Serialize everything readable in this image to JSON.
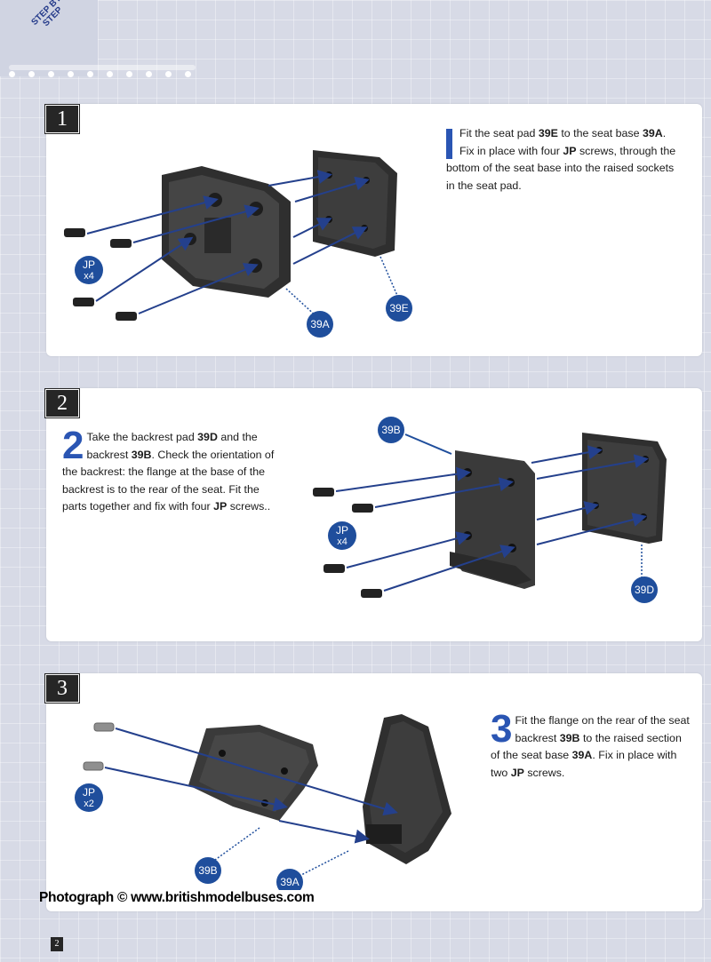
{
  "header": {
    "step_by_step_line1": "STEP BY",
    "step_by_step_line2": "STEP"
  },
  "steps": [
    {
      "number_box": "1",
      "big_number": "",
      "text_parts": [
        "Fit the seat pad ",
        "39E",
        " to the seat base ",
        "39A",
        ". Fix in place with four ",
        "JP",
        " screws, through the bottom of the seat base into the raised sockets in the seat pad."
      ],
      "labels": {
        "screw_main": "JP",
        "screw_count": "x4",
        "part_a": "39A",
        "part_b": "39E"
      }
    },
    {
      "number_box": "2",
      "big_number": "2",
      "text_parts": [
        "Take the backrest pad ",
        "39D",
        " and the backrest ",
        "39B",
        ". Check the orientation of the backrest: the flange at the base of the backrest is to the rear of the seat. Fit the parts together and fix with four ",
        "JP",
        " screws.."
      ],
      "labels": {
        "screw_main": "JP",
        "screw_count": "x4",
        "part_a": "39B",
        "part_b": "39D"
      }
    },
    {
      "number_box": "3",
      "big_number": "3",
      "text_parts": [
        "Fit the flange on the rear of the seat backrest ",
        "39B",
        " to the raised section of the seat base ",
        "39A",
        ". Fix in place with two ",
        "JP",
        " screws."
      ],
      "labels": {
        "screw_main": "JP",
        "screw_count": "x2",
        "part_a": "39B",
        "part_b": "39A"
      }
    }
  ],
  "credit": "Photograph © www.britishmodelbuses.com",
  "page_number": "2",
  "colors": {
    "badge": "#1f4e9c",
    "arrow": "#24408c",
    "part": "#2b2b2b",
    "accent": "#2a55b3"
  }
}
